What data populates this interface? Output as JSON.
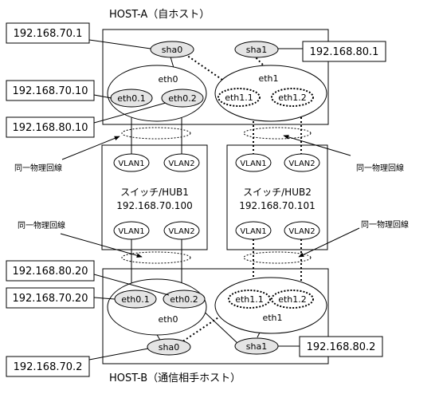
{
  "host_a": {
    "title": "HOST-A（自ホスト）",
    "sha0": "sha0",
    "sha1": "sha1",
    "eth0": "eth0",
    "eth1": "eth1",
    "eth0_1": "eth0.1",
    "eth0_2": "eth0.2",
    "eth1_1": "eth1.1",
    "eth1_2": "eth1.2",
    "ip_sha0": "192.168.70.1",
    "ip_sha1": "192.168.80.1",
    "ip_eth0_1": "192.168.70.10",
    "ip_eth0_2": "192.168.80.10"
  },
  "host_b": {
    "title": "HOST-B（通信相手ホスト）",
    "sha0": "sha0",
    "sha1": "sha1",
    "eth0": "eth0",
    "eth1": "eth1",
    "eth0_1": "eth0.1",
    "eth0_2": "eth0.2",
    "eth1_1": "eth1.1",
    "eth1_2": "eth1.2",
    "ip_sha0": "192.168.70.2",
    "ip_sha1": "192.168.80.2",
    "ip_eth0_1": "192.168.70.20",
    "ip_eth0_2": "192.168.80.20"
  },
  "hub1": {
    "name": "スイッチ/HUB1",
    "ip": "192.168.70.100",
    "vlan1": "VLAN1",
    "vlan2": "VLAN2"
  },
  "hub2": {
    "name": "スイッチ/HUB2",
    "ip": "192.168.70.101",
    "vlan1": "VLAN1",
    "vlan2": "VLAN2"
  },
  "labels": {
    "same_line_tl": "同一物理回線",
    "same_line_tr": "同一物理回線",
    "same_line_bl": "同一物理回線",
    "same_line_br": "同一物理回線"
  }
}
